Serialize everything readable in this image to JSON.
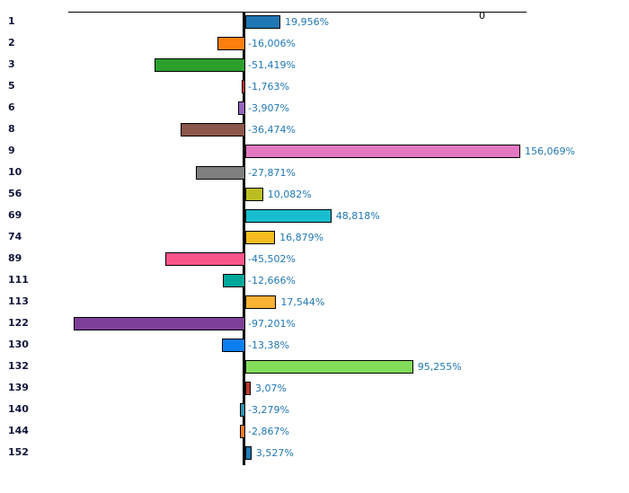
{
  "chart_data": {
    "type": "bar",
    "orientation": "horizontal",
    "title": "",
    "xlabel": "",
    "ylabel": "",
    "grid": false,
    "legend": false,
    "axis_tick_labels": [
      "0"
    ],
    "zero_reference": 0,
    "value_suffix": "%",
    "decimal_separator": ",",
    "xlim": [
      -97201,
      156069
    ],
    "categories": [
      "1",
      "2",
      "3",
      "5",
      "6",
      "8",
      "9",
      "10",
      "56",
      "69",
      "74",
      "89",
      "111",
      "113",
      "122",
      "130",
      "132",
      "139",
      "140",
      "144",
      "152"
    ],
    "values": [
      19956,
      -16006,
      -51419,
      -1763,
      -3907,
      -36474,
      156069,
      -27871,
      10082,
      48818,
      16879,
      -45502,
      -12666,
      17544,
      -97201,
      -13380,
      95255,
      3070,
      -3279,
      -2867,
      3527
    ],
    "value_labels": [
      "19,956%",
      "-16,006%",
      "-51,419%",
      "-1,763%",
      "-3,907%",
      "-36,474%",
      "156,069%",
      "-27,871%",
      "10,082%",
      "48,818%",
      "16,879%",
      "-45,502%",
      "-12,666%",
      "17,544%",
      "-97,201%",
      "-13,38%",
      "95,255%",
      "3,07%",
      "-3,279%",
      "-2,867%",
      "3,527%"
    ],
    "bar_colors": [
      "#1f77b4",
      "#ff7f0e",
      "#2ca02c",
      "#d62728",
      "#9467bd",
      "#8c564b",
      "#e377c2",
      "#7f7f7f",
      "#bcbd22",
      "#17becf",
      "#f5bc1f",
      "#f9558b",
      "#00a79b",
      "#f9b233",
      "#7e3f98",
      "#0d7ef0",
      "#82dd5a",
      "#c0392b",
      "#2d93ad",
      "#f57c1f",
      "#1f7bb8"
    ],
    "label_color": "#1f77b4",
    "category_label_color": "#10163a",
    "axis_color": "#000000",
    "background": "#ffffff"
  }
}
